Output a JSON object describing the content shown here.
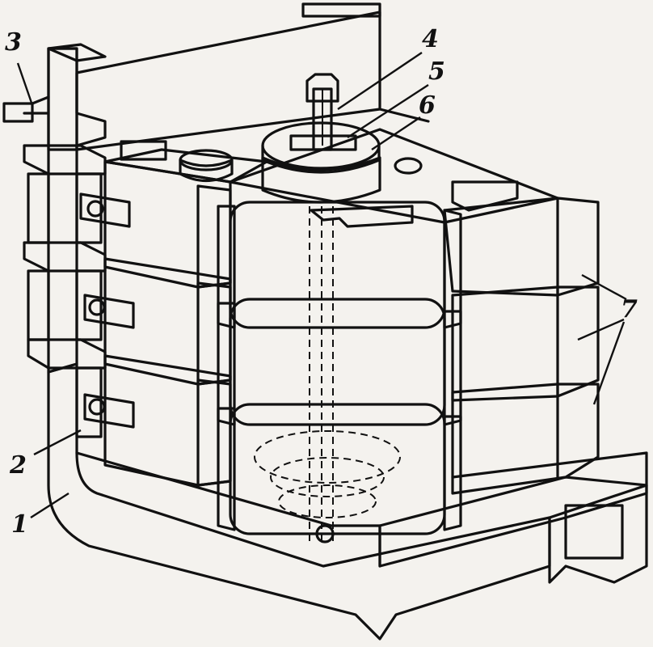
{
  "callouts": {
    "c1": "1",
    "c2": "2",
    "c3": "3",
    "c4": "4",
    "c5": "5",
    "c6": "6",
    "c7": "7"
  },
  "colors": {
    "ink": "#111111",
    "paper": "#f4f2ee"
  }
}
